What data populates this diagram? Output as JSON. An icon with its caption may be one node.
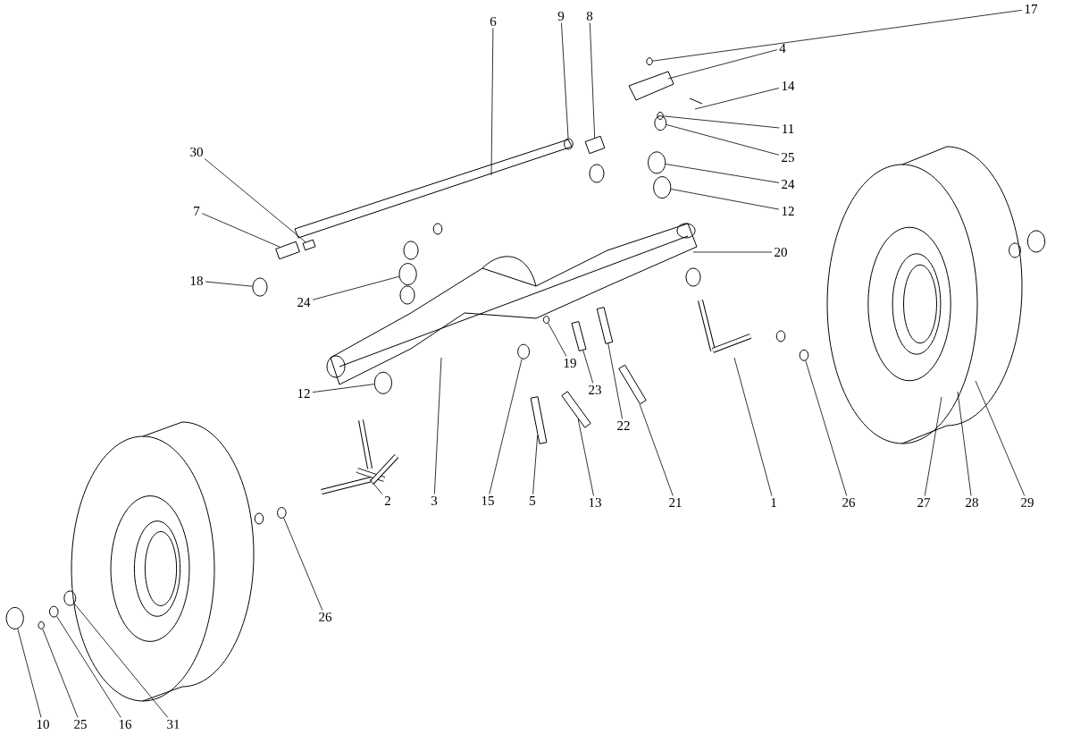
{
  "diagram": {
    "nodes": [
      {
        "text": [
          "17"
        ]
      },
      {
        "text": [
          "9"
        ]
      },
      {
        "text": [
          "8"
        ]
      },
      {
        "text": [
          "6"
        ]
      },
      {
        "text": [
          "4"
        ]
      },
      {
        "text": [
          "14"
        ]
      },
      {
        "text": [
          "11"
        ]
      },
      {
        "text": [
          "25"
        ]
      },
      {
        "text": [
          "30"
        ]
      },
      {
        "text": [
          "24"
        ]
      },
      {
        "text": [
          "7"
        ]
      },
      {
        "text": [
          "12"
        ]
      },
      {
        "text": [
          "20"
        ]
      },
      {
        "text": [
          "18"
        ]
      },
      {
        "text": [
          "24"
        ]
      },
      {
        "text": [
          "19"
        ]
      },
      {
        "text": [
          "23"
        ]
      },
      {
        "text": [
          "12"
        ]
      },
      {
        "text": [
          "22"
        ]
      },
      {
        "text": [
          "2"
        ]
      },
      {
        "text": [
          "3"
        ]
      },
      {
        "text": [
          "15"
        ]
      },
      {
        "text": [
          "5"
        ]
      },
      {
        "text": [
          "13"
        ]
      },
      {
        "text": [
          "21"
        ]
      },
      {
        "text": [
          "1"
        ]
      },
      {
        "text": [
          "26"
        ]
      },
      {
        "text": [
          "27"
        ]
      },
      {
        "text": [
          "28"
        ]
      },
      {
        "text": [
          "29"
        ]
      },
      {
        "text": [
          "26"
        ]
      },
      {
        "text": [
          "10"
        ]
      },
      {
        "text": [
          "25"
        ]
      },
      {
        "text": [
          "16"
        ]
      },
      {
        "text": [
          "31"
        ]
      },
      {
        "text": [],
        "shape": "circle"
      },
      {
        "text": [],
        "shape": "box"
      },
      {
        "text": [],
        "shape": "circle"
      },
      {
        "text": [],
        "shape": "circle"
      },
      {
        "text": [],
        "shape": "box"
      },
      {
        "text": [],
        "shape": "circle"
      },
      {
        "text": [],
        "shape": "box"
      },
      {
        "text": [],
        "shape": "circle"
      },
      {
        "text": [],
        "shape": "circle"
      },
      {
        "text": [],
        "shape": "circle"
      },
      {
        "text": [],
        "shape": "circle"
      },
      {
        "text": [],
        "shape": "bar"
      },
      {
        "text": [],
        "shape": "circle"
      },
      {
        "text": [],
        "shape": "bar"
      },
      {
        "text": [],
        "shape": "circle"
      },
      {
        "text": [],
        "shape": "bar"
      },
      {
        "text": [],
        "shape": "bar"
      },
      {
        "text": [],
        "shape": "bar"
      },
      {
        "text": [],
        "shape": "circle"
      },
      {
        "text": [],
        "shape": "circle"
      },
      {
        "text": [],
        "shape": "circle"
      },
      {
        "text": [],
        "shape": "circle"
      },
      {
        "text": [],
        "shape": "circle"
      },
      {
        "text": [],
        "shape": "circle"
      },
      {
        "text": [],
        "shape": "circle"
      }
    ],
    "edges": [
      {
        "from": 0,
        "to": 35,
        "arrow": "none"
      },
      {
        "from": 1,
        "to": 59,
        "arrow": "none"
      },
      {
        "from": 2,
        "to": 36,
        "arrow": "none"
      },
      {
        "from": 3,
        "to": null,
        "arrow": "none"
      },
      {
        "from": 4,
        "to": null,
        "arrow": "none"
      },
      {
        "from": 5,
        "to": null,
        "arrow": "none"
      },
      {
        "from": 6,
        "to": 37,
        "arrow": "none"
      },
      {
        "from": 7,
        "to": 38,
        "arrow": "none"
      },
      {
        "from": 8,
        "to": 39,
        "arrow": "none"
      },
      {
        "from": 9,
        "to": 40,
        "arrow": "none"
      },
      {
        "from": 10,
        "to": 41,
        "arrow": "none"
      },
      {
        "from": 11,
        "to": 42,
        "arrow": "none"
      },
      {
        "from": 12,
        "to": null,
        "arrow": "none"
      },
      {
        "from": 13,
        "to": 43,
        "arrow": "none"
      },
      {
        "from": 14,
        "to": 44,
        "arrow": "none"
      },
      {
        "from": 15,
        "to": 45,
        "arrow": "none"
      },
      {
        "from": 16,
        "to": 46,
        "arrow": "none"
      },
      {
        "from": 17,
        "to": 47,
        "arrow": "none"
      },
      {
        "from": 18,
        "to": 48,
        "arrow": "none"
      },
      {
        "from": 19,
        "to": null,
        "arrow": "none"
      },
      {
        "from": 20,
        "to": null,
        "arrow": "none"
      },
      {
        "from": 21,
        "to": 49,
        "arrow": "none"
      },
      {
        "from": 22,
        "to": 50,
        "arrow": "none"
      },
      {
        "from": 23,
        "to": 51,
        "arrow": "none"
      },
      {
        "from": 24,
        "to": 52,
        "arrow": "none"
      },
      {
        "from": 25,
        "to": null,
        "arrow": "none"
      },
      {
        "from": 26,
        "to": 53,
        "arrow": "none"
      },
      {
        "from": 27,
        "to": null,
        "arrow": "none"
      },
      {
        "from": 28,
        "to": null,
        "arrow": "none"
      },
      {
        "from": 29,
        "to": null,
        "arrow": "none"
      },
      {
        "from": 30,
        "to": 54,
        "arrow": "none"
      },
      {
        "from": 31,
        "to": 55,
        "arrow": "none"
      },
      {
        "from": 32,
        "to": 56,
        "arrow": "none"
      },
      {
        "from": 33,
        "to": 57,
        "arrow": "none"
      },
      {
        "from": 34,
        "to": 58,
        "arrow": "none"
      }
    ]
  }
}
